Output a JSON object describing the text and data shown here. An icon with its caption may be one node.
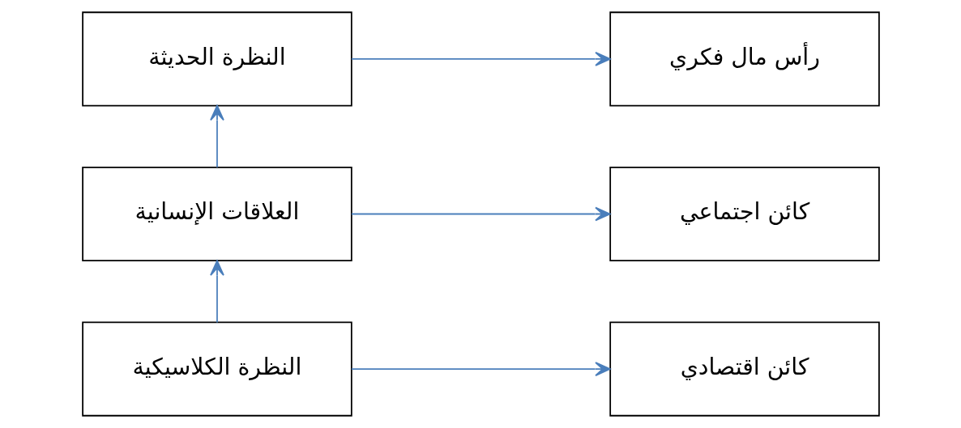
{
  "diagram": {
    "nodes": [
      {
        "text": [
          "النظرة الحديثة"
        ]
      },
      {
        "text": [
          "رأس مال فكري"
        ]
      },
      {
        "text": [
          "العلاقات الإنسانية"
        ]
      },
      {
        "text": [
          "كائن اجتماعي"
        ]
      },
      {
        "text": [
          "النظرة الكلاسيكية"
        ]
      },
      {
        "text": [
          "كائن اقتصادي"
        ]
      }
    ],
    "edges": [
      {
        "from": 0,
        "to": 1,
        "arrow": "to"
      },
      {
        "from": 2,
        "to": 0,
        "arrow": "to"
      },
      {
        "from": 2,
        "to": 3,
        "arrow": "to"
      },
      {
        "from": 4,
        "to": 2,
        "arrow": "to"
      },
      {
        "from": 4,
        "to": 5,
        "arrow": "to"
      }
    ]
  }
}
